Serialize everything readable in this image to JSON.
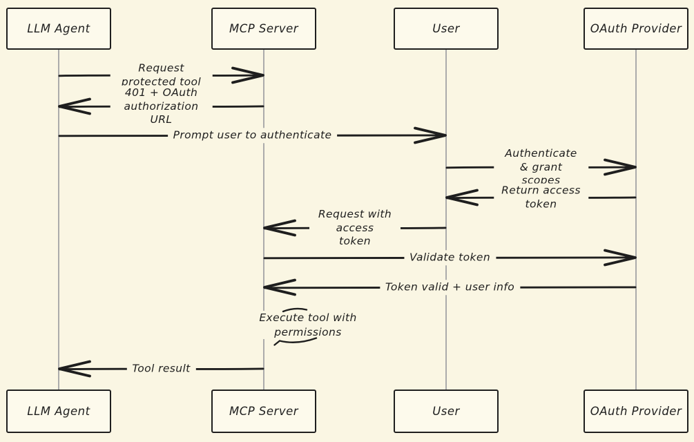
{
  "colors": {
    "background": "#FAF6E3",
    "box_fill": "#FDFAEC",
    "ink": "#1E1E1E",
    "lifeline": "#ABABAB"
  },
  "actors": [
    {
      "name": "LLM Agent"
    },
    {
      "name": "MCP Server"
    },
    {
      "name": "User"
    },
    {
      "name": "OAuth Provider"
    }
  ],
  "messages": [
    {
      "from": "LLM Agent",
      "to": "MCP Server",
      "label": "Request protected tool"
    },
    {
      "from": "MCP Server",
      "to": "LLM Agent",
      "label": "401 + OAuth\nauthorization URL"
    },
    {
      "from": "LLM Agent",
      "to": "User",
      "label": "Prompt user to authenticate"
    },
    {
      "from": "User",
      "to": "OAuth Provider",
      "label": "Authenticate & grant\nscopes"
    },
    {
      "from": "OAuth Provider",
      "to": "User",
      "label": "Return access token"
    },
    {
      "from": "User",
      "to": "MCP Server",
      "label": "Request with access\ntoken"
    },
    {
      "from": "MCP Server",
      "to": "OAuth Provider",
      "label": "Validate token"
    },
    {
      "from": "OAuth Provider",
      "to": "MCP Server",
      "label": "Token valid + user info"
    },
    {
      "from": "MCP Server",
      "to": "LLM Agent",
      "label": "Tool result"
    }
  ],
  "note": {
    "actor": "MCP Server",
    "label": "Execute tool with\npermissions"
  }
}
